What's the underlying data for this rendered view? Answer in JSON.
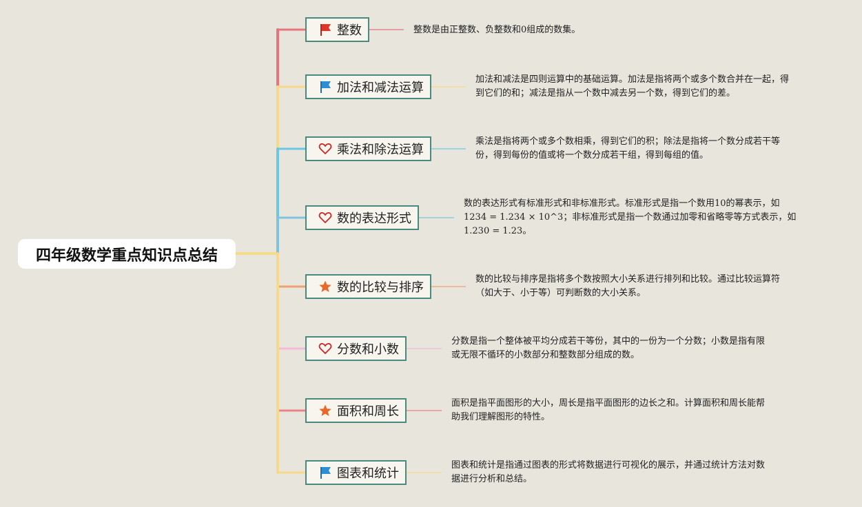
{
  "root": {
    "title": "四年级数学重点知识点总结"
  },
  "topics": [
    {
      "label": "整数",
      "icon": "red-flag-icon",
      "color": "#e8747c",
      "lines": [
        "整数是由正整数、负整数和0组成的数集。"
      ]
    },
    {
      "label": "加法和减法运算",
      "icon": "blue-flag-icon",
      "color": "#f7d98a",
      "lines": [
        "加法和减法是四则运算中的基础运算。加法是指将两个或多个数合并在一起，得",
        "到它们的和；减法是指从一个数中减去另一个数，得到它们的差。"
      ]
    },
    {
      "label": "乘法和除法运算",
      "icon": "heart-icon",
      "color": "#6cc7e2",
      "lines": [
        "乘法是指将两个或多个数相乘，得到它们的积；除法是指将一个数分成若干等",
        "份，得到每份的值或将一个数分成若干组，得到每组的值。"
      ]
    },
    {
      "label": "数的表达形式",
      "icon": "heart-icon",
      "color": "#7fc3df",
      "lines": [
        "数的表达形式有标准形式和非标准形式。标准形式是指一个数用10的幂表示，如",
        "1234 = 1.234 × 10^3；非标准形式是指一个数通过加零和省略零等方式表示，如",
        "1.230 = 1.23。"
      ]
    },
    {
      "label": "数的比较与排序",
      "icon": "star-icon",
      "color": "#eea070",
      "lines": [
        "数的比较与排序是指将多个数按照大小关系进行排列和比较。通过比较运算符",
        "（如大于、小于等）可判断数的大小关系。"
      ]
    },
    {
      "label": "分数和小数",
      "icon": "heart-icon",
      "color": "#f4b9d6",
      "lines": [
        "分数是指一个整体被平均分成若干等份，其中的一份为一个分数；小数是指有限",
        "或无限不循环的小数部分和整数部分组成的数。"
      ]
    },
    {
      "label": "面积和周长",
      "icon": "star-icon",
      "color": "#e8838a",
      "lines": [
        "面积是指平面图形的大小，周长是指平面图形的边长之和。计算面积和周长能帮",
        "助我们理解图形的特性。"
      ]
    },
    {
      "label": "图表和统计",
      "icon": "blue-flag-icon",
      "color": "#f7d98a",
      "lines": [
        "图表和统计是指通过图表的形式将数据进行可视化的展示，并通过统计方法对数",
        "据进行分析和总结。"
      ]
    }
  ]
}
